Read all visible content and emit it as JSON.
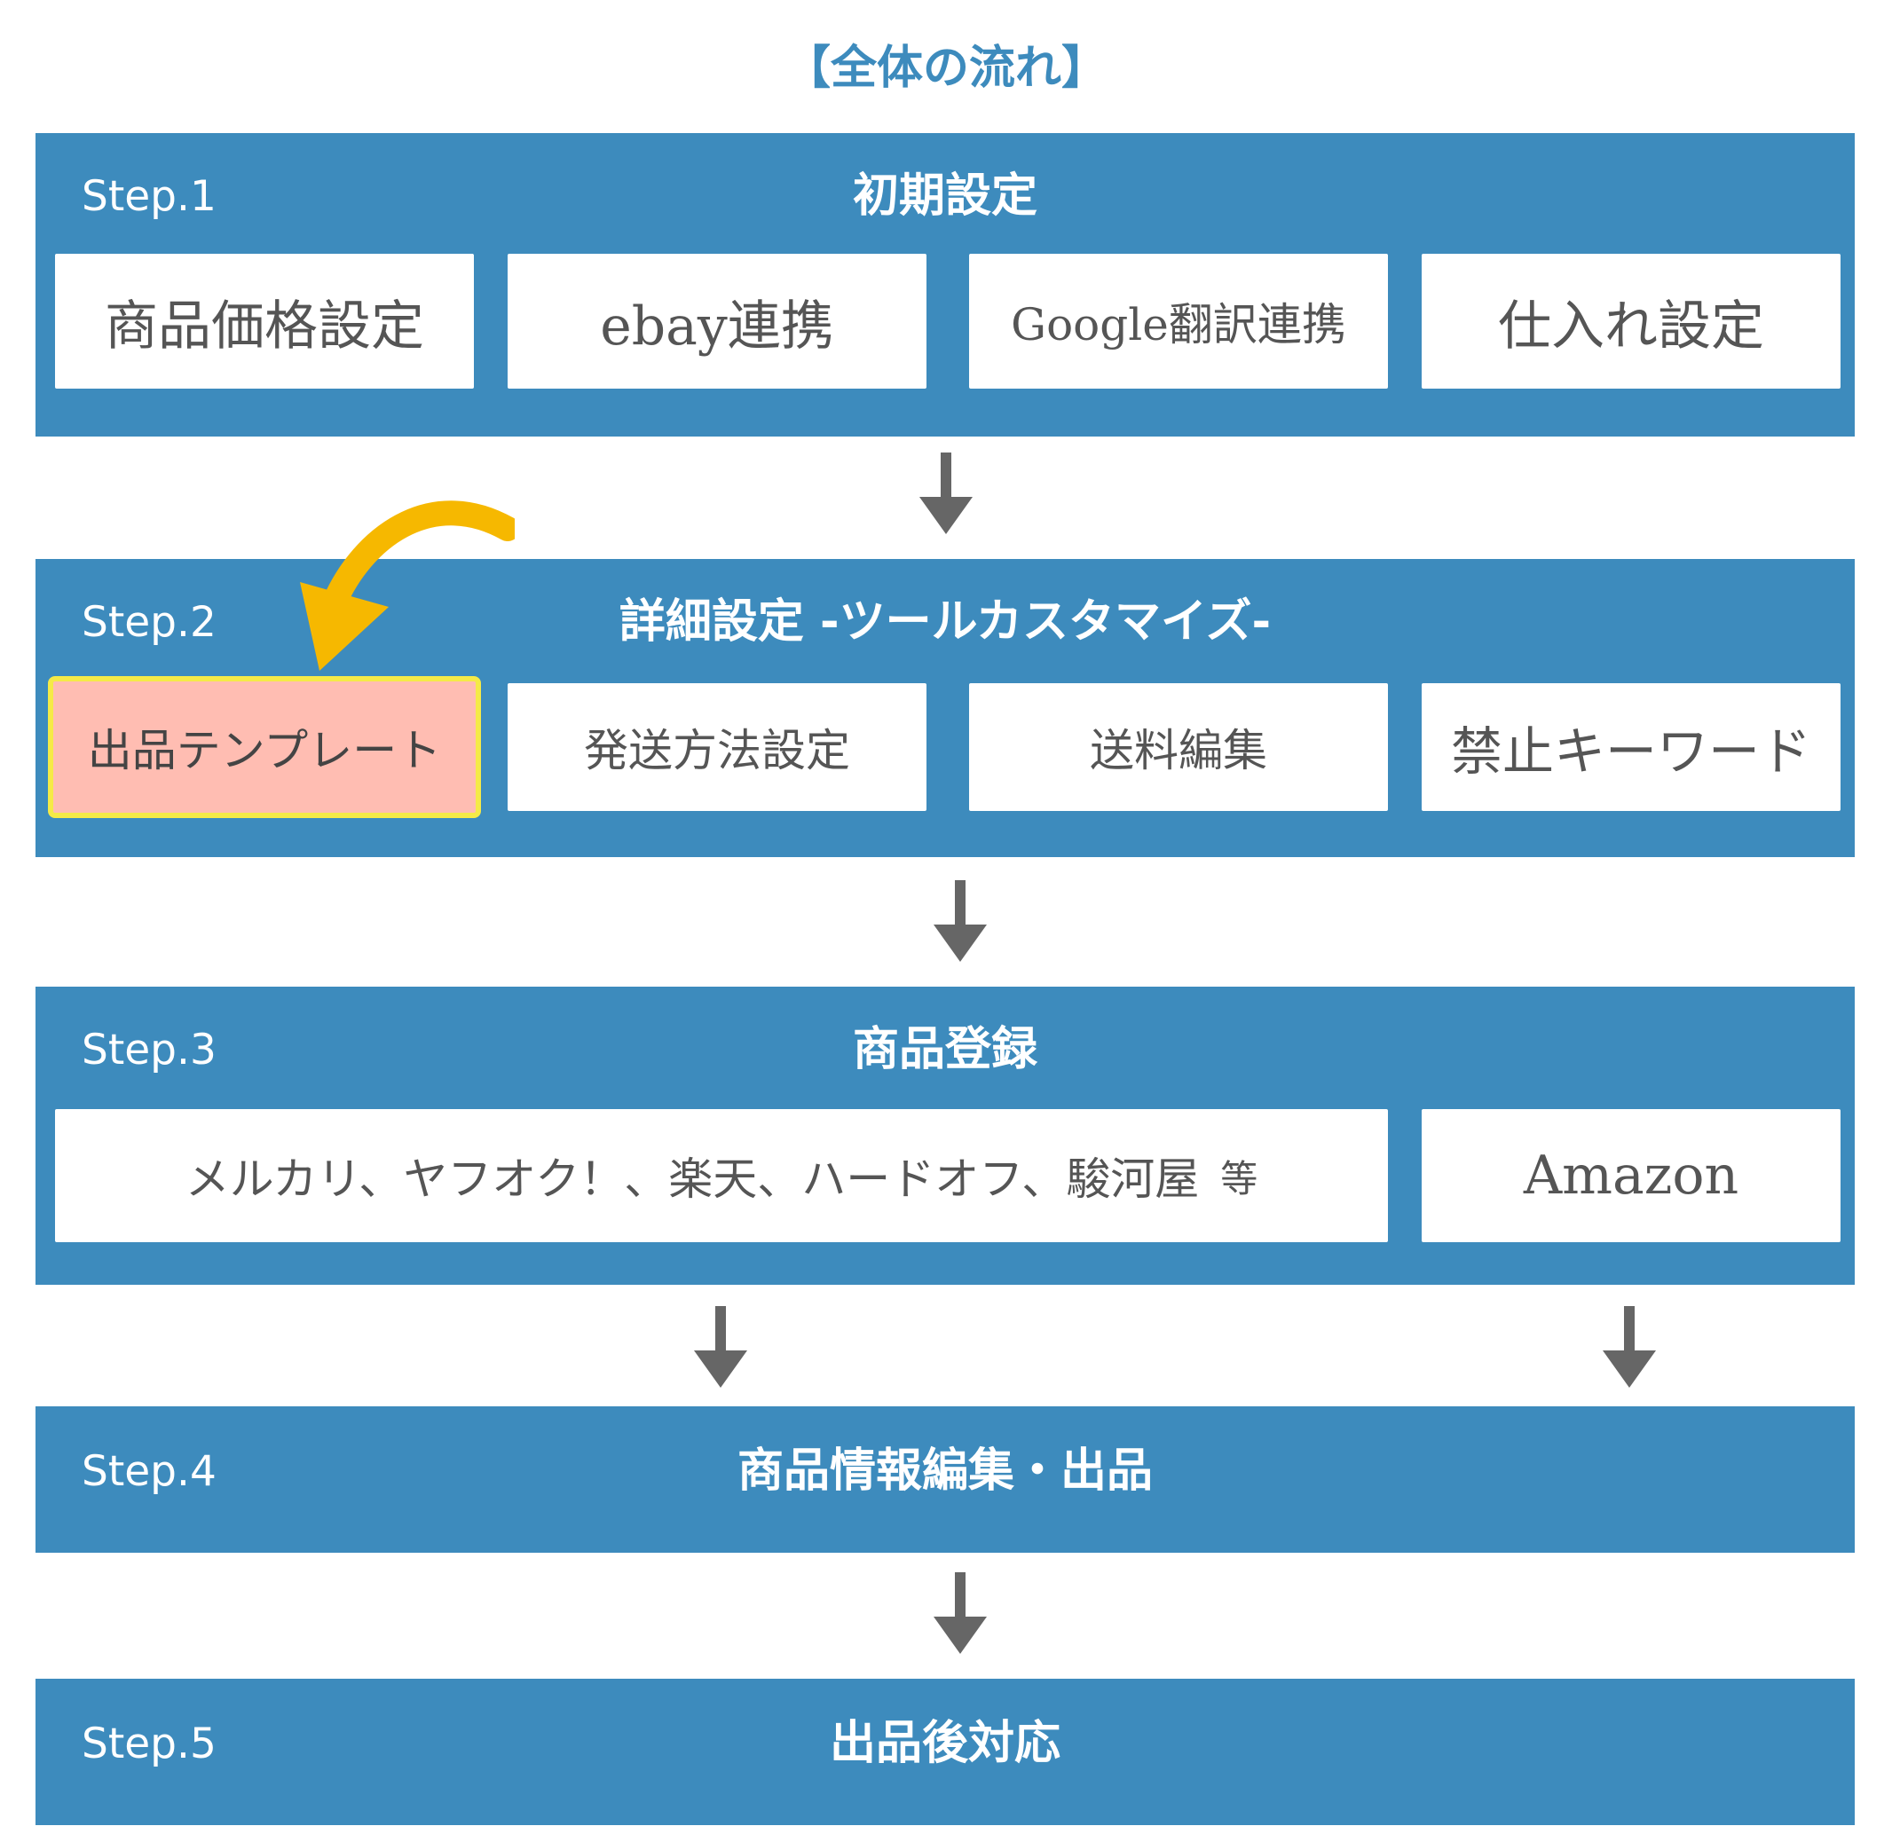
{
  "title": "【全体の流れ】",
  "colors": {
    "band": "#3d8bbd",
    "card": "#ffffff",
    "card_text": "#555555",
    "highlight_fill": "#ffbdb2",
    "highlight_border": "#f5ea47",
    "flow_arrow": "#666666",
    "curved_arrow": "#f6b800"
  },
  "steps": [
    {
      "label": "Step.1",
      "title": "初期設定",
      "items": [
        "商品価格設定",
        "ebay連携",
        "Google翻訳連携",
        "仕入れ設定"
      ]
    },
    {
      "label": "Step.2",
      "title": "詳細設定 -ツールカスタマイズ-",
      "items": [
        "出品テンプレート",
        "発送方法設定",
        "送料編集",
        "禁止キーワード"
      ],
      "highlighted_item": "出品テンプレート"
    },
    {
      "label": "Step.3",
      "title": "商品登録",
      "items": [
        {
          "text": "メルカリ、ヤフオク！、楽天、ハードオフ、駿河屋",
          "suffix": "等"
        },
        {
          "text": "Amazon"
        }
      ]
    },
    {
      "label": "Step.4",
      "title": "商品情報編集・出品"
    },
    {
      "label": "Step.5",
      "title": "出品後対応"
    }
  ],
  "icons": {
    "flow_arrow": "arrow-down-icon",
    "callout_arrow": "curved-arrow-icon"
  }
}
